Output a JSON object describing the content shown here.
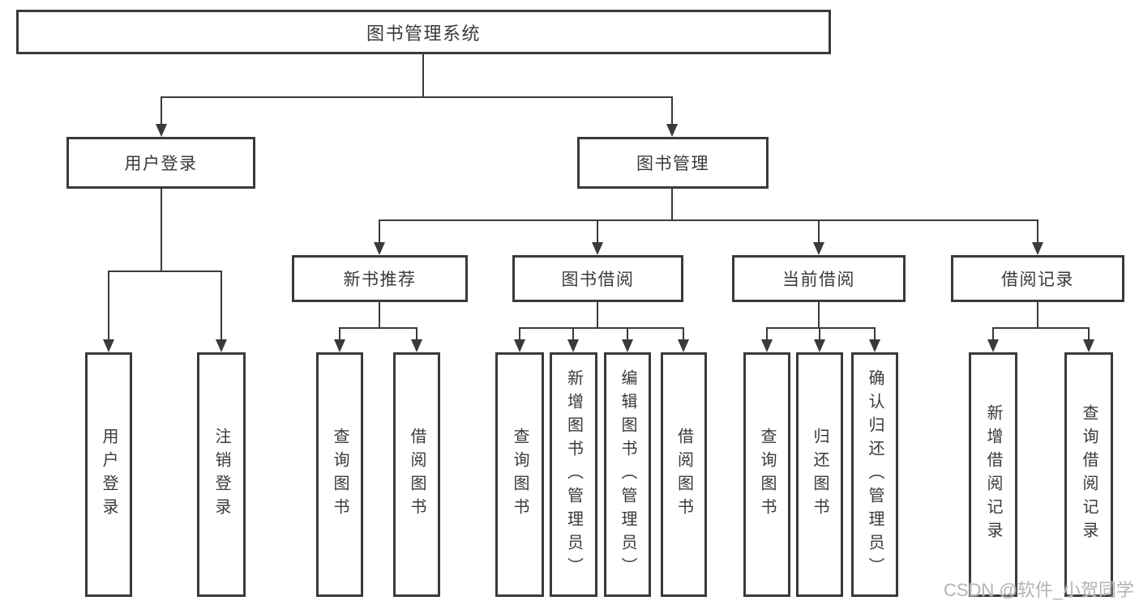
{
  "tree": {
    "label": "图书管理系统",
    "children": [
      {
        "label": "用户登录",
        "children": [
          {
            "label": "用户登录"
          },
          {
            "label": "注销登录"
          }
        ]
      },
      {
        "label": "图书管理",
        "children": [
          {
            "label": "新书推荐",
            "children": [
              {
                "label": "查询图书"
              },
              {
                "label": "借阅图书"
              }
            ]
          },
          {
            "label": "图书借阅",
            "children": [
              {
                "label": "查询图书"
              },
              {
                "label": "新增图书（管理员）"
              },
              {
                "label": "编辑图书（管理员）"
              },
              {
                "label": "借阅图书"
              }
            ]
          },
          {
            "label": "当前借阅",
            "children": [
              {
                "label": "查询图书"
              },
              {
                "label": "归还图书"
              },
              {
                "label": "确认归还（管理员）"
              }
            ]
          },
          {
            "label": "借阅记录",
            "children": [
              {
                "label": "新增借阅记录"
              },
              {
                "label": "查询借阅记录"
              }
            ]
          }
        ]
      }
    ]
  },
  "watermark": "CSDN @软件_小贺同学",
  "colors": {
    "line": "#3a3a3a",
    "text": "#3a3a3a",
    "background": "#ffffff",
    "watermark": "#b3b3b3"
  }
}
